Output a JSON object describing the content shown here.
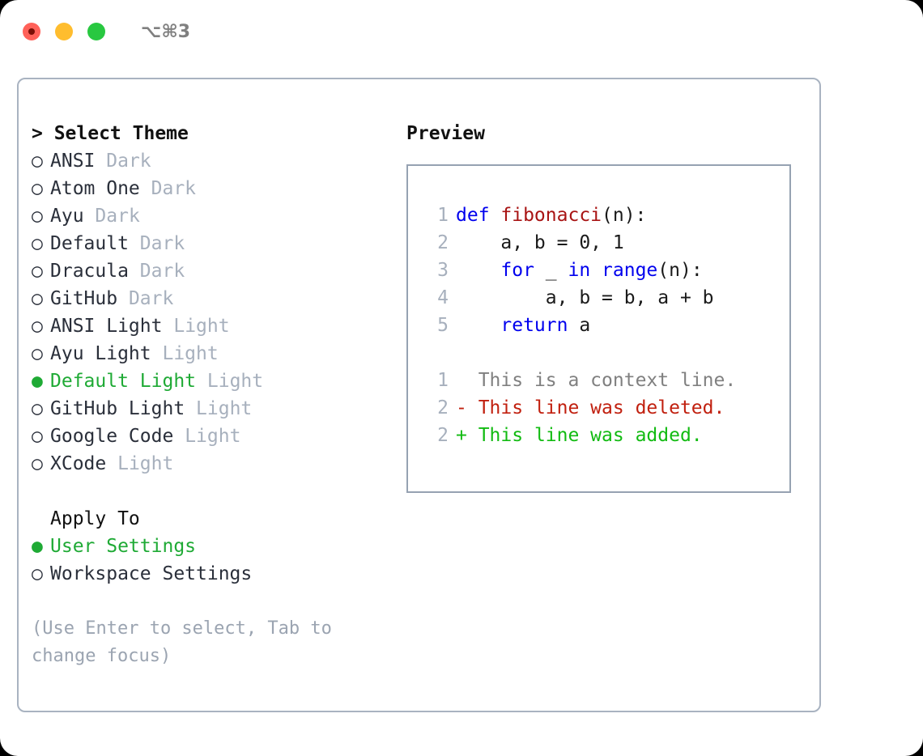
{
  "titlebar": {
    "shortcut": "⌥⌘3",
    "buttons": [
      {
        "name": "close",
        "color": "#ff6159"
      },
      {
        "name": "minimize",
        "color": "#ffbd2e"
      },
      {
        "name": "maximize",
        "color": "#28c840"
      }
    ]
  },
  "theme_panel": {
    "header": "> Select Theme",
    "themes": [
      {
        "bullet": "○",
        "name": "ANSI",
        "category": "Dark",
        "selected": false
      },
      {
        "bullet": "○",
        "name": "Atom One",
        "category": "Dark",
        "selected": false
      },
      {
        "bullet": "○",
        "name": "Ayu",
        "category": "Dark",
        "selected": false
      },
      {
        "bullet": "○",
        "name": "Default",
        "category": "Dark",
        "selected": false
      },
      {
        "bullet": "○",
        "name": "Dracula",
        "category": "Dark",
        "selected": false
      },
      {
        "bullet": "○",
        "name": "GitHub",
        "category": "Dark",
        "selected": false
      },
      {
        "bullet": "○",
        "name": "ANSI Light",
        "category": "Light",
        "selected": false
      },
      {
        "bullet": "○",
        "name": "Ayu Light",
        "category": "Light",
        "selected": false
      },
      {
        "bullet": "●",
        "name": "Default Light",
        "category": "Light",
        "selected": true
      },
      {
        "bullet": "○",
        "name": "GitHub Light",
        "category": "Light",
        "selected": false
      },
      {
        "bullet": "○",
        "name": "Google Code",
        "category": "Light",
        "selected": false
      },
      {
        "bullet": "○",
        "name": "XCode",
        "category": "Light",
        "selected": false
      }
    ]
  },
  "apply_to": {
    "header": "Apply To",
    "options": [
      {
        "bullet": "●",
        "label": "User Settings",
        "selected": true
      },
      {
        "bullet": "○",
        "label": "Workspace Settings",
        "selected": false
      }
    ]
  },
  "hint": "(Use Enter to select, Tab to change focus)",
  "preview": {
    "title": "Preview",
    "code_lines": [
      {
        "no": "1",
        "tokens": [
          {
            "t": "def ",
            "c": "kw"
          },
          {
            "t": "fibonacci",
            "c": "fn"
          },
          {
            "t": "(n):",
            "c": "pl"
          }
        ]
      },
      {
        "no": "2",
        "tokens": [
          {
            "t": "    a, b = 0, 1",
            "c": "pl"
          }
        ]
      },
      {
        "no": "3",
        "tokens": [
          {
            "t": "    ",
            "c": "pl"
          },
          {
            "t": "for",
            "c": "kw"
          },
          {
            "t": " _ ",
            "c": "pl"
          },
          {
            "t": "in",
            "c": "kw"
          },
          {
            "t": " ",
            "c": "pl"
          },
          {
            "t": "range",
            "c": "bi"
          },
          {
            "t": "(n):",
            "c": "pl"
          }
        ]
      },
      {
        "no": "4",
        "tokens": [
          {
            "t": "        a, b = b, a + b",
            "c": "pl"
          }
        ]
      },
      {
        "no": "5",
        "tokens": [
          {
            "t": "    ",
            "c": "pl"
          },
          {
            "t": "return",
            "c": "kw"
          },
          {
            "t": " a",
            "c": "pl"
          }
        ]
      }
    ],
    "diff_lines": [
      {
        "no": "1",
        "marker": " ",
        "text": " This is a context line.",
        "kind": "ctx"
      },
      {
        "no": "2",
        "marker": "-",
        "text": " This line was deleted.",
        "kind": "del"
      },
      {
        "no": "2",
        "marker": "+",
        "text": " This line was added.",
        "kind": "add"
      }
    ]
  },
  "colors": {
    "accent_green": "#1faa35",
    "diff_add": "#12bb12",
    "diff_del": "#c1200f",
    "keyword_blue": "#0000ee",
    "function_red": "#a81414",
    "muted": "#a7b0bd",
    "border": "#a9b3c1"
  }
}
